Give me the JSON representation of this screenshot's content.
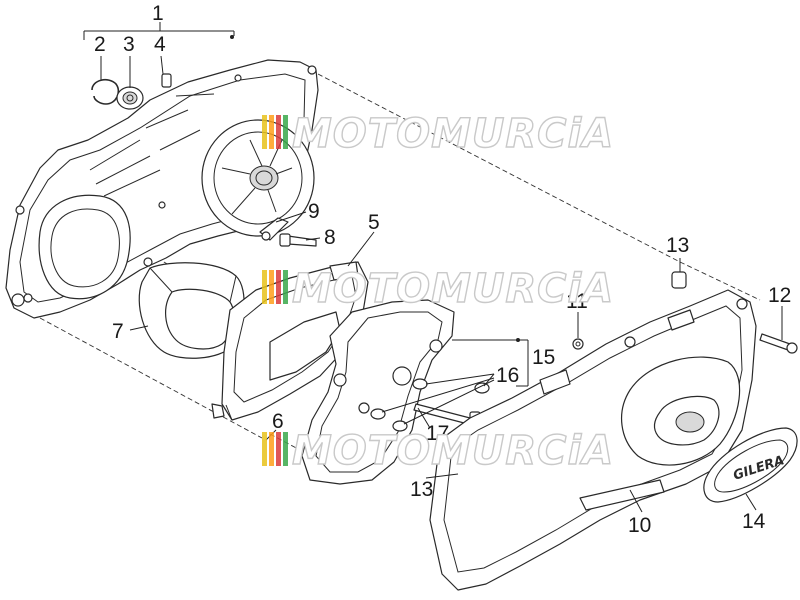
{
  "watermark": {
    "text": "MOTOMURCiA",
    "colors": [
      "#e8c21b",
      "#ff9f1a",
      "#d93a3a",
      "#3aa84a"
    ]
  },
  "logo_text": "GILERA",
  "callouts": [
    {
      "id": "c1",
      "label": "1"
    },
    {
      "id": "c2",
      "label": "2"
    },
    {
      "id": "c3",
      "label": "3"
    },
    {
      "id": "c4",
      "label": "4"
    },
    {
      "id": "c5",
      "label": "5"
    },
    {
      "id": "c6",
      "label": "6"
    },
    {
      "id": "c7",
      "label": "7"
    },
    {
      "id": "c8",
      "label": "8"
    },
    {
      "id": "c9",
      "label": "9"
    },
    {
      "id": "c10",
      "label": "10"
    },
    {
      "id": "c11",
      "label": "11"
    },
    {
      "id": "c12",
      "label": "12"
    },
    {
      "id": "c13a",
      "label": "13"
    },
    {
      "id": "c13b",
      "label": "13"
    },
    {
      "id": "c14",
      "label": "14"
    },
    {
      "id": "c15",
      "label": "15"
    },
    {
      "id": "c16",
      "label": "16"
    },
    {
      "id": "c17",
      "label": "17"
    }
  ]
}
